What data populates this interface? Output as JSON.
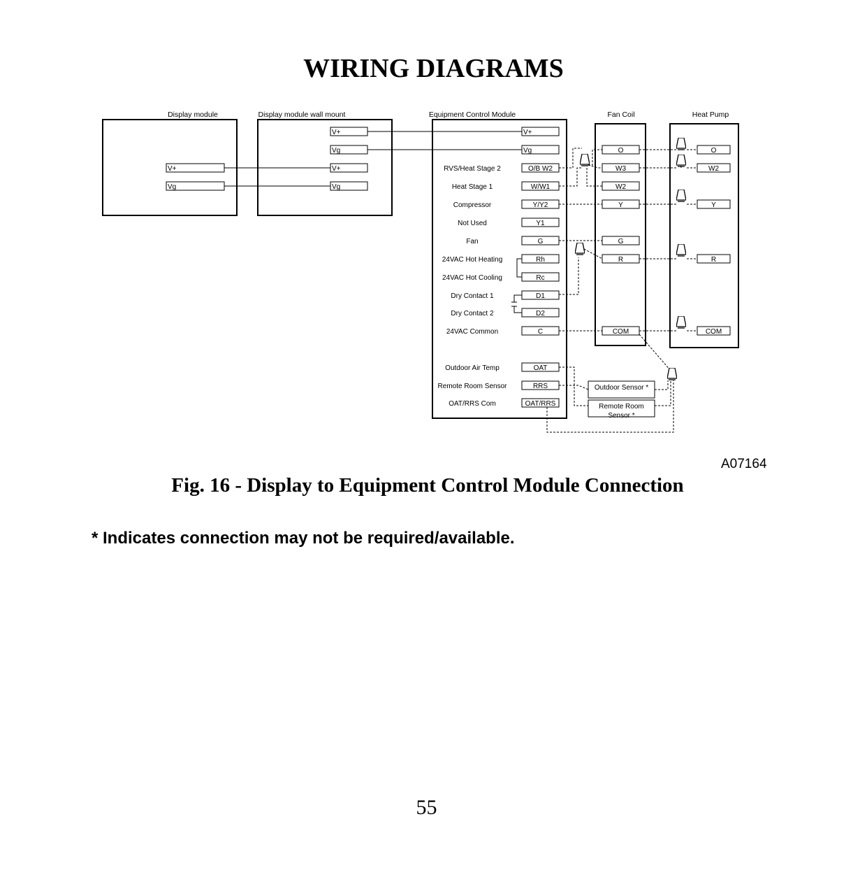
{
  "page": {
    "title": "WIRING DIAGRAMS",
    "figure_caption": "Fig. 16 - Display to Equipment Control Module Connection",
    "figure_id": "A07164",
    "note": "* Indicates connection may not be required/available.",
    "page_number": "55"
  },
  "diagram": {
    "display_module": {
      "title": "Display module",
      "terminals": [
        "V+",
        "Vg"
      ]
    },
    "wall_mount": {
      "title": "Display module wall mount",
      "terminals": [
        "V+",
        "Vg",
        "V+",
        "Vg"
      ]
    },
    "ecm": {
      "title": "Equipment Control Module",
      "top_terminals": [
        "V+",
        "Vg"
      ],
      "rows": [
        {
          "label": "RVS/Heat Stage 2",
          "terminal": "O/B W2"
        },
        {
          "label": "Heat Stage 1",
          "terminal": "W/W1"
        },
        {
          "label": "Compressor",
          "terminal": "Y/Y2"
        },
        {
          "label": "Not Used",
          "terminal": "Y1"
        },
        {
          "label": "Fan",
          "terminal": "G"
        },
        {
          "label": "24VAC Hot Heating",
          "terminal": "Rh"
        },
        {
          "label": "24VAC Hot Cooling",
          "terminal": "Rc"
        },
        {
          "label": "Dry Contact 1",
          "terminal": "D1"
        },
        {
          "label": "Dry Contact 2",
          "terminal": "D2"
        },
        {
          "label": "24VAC Common",
          "terminal": "C"
        },
        {
          "label": "Outdoor Air Temp",
          "terminal": "OAT"
        },
        {
          "label": "Remote Room Sensor",
          "terminal": "RRS"
        },
        {
          "label": "OAT/RRS Com",
          "terminal": "OAT/RRS"
        }
      ]
    },
    "fan_coil": {
      "title": "Fan Coil",
      "terminals": [
        "O",
        "W3",
        "W2",
        "Y",
        "G",
        "R",
        "COM"
      ]
    },
    "heat_pump": {
      "title": "Heat Pump",
      "terminals": [
        "O",
        "W2",
        "Y",
        "R",
        "COM"
      ]
    },
    "sensors": {
      "outdoor": "Outdoor Sensor *",
      "remote_line1": "Remote Room",
      "remote_line2": "Sensor *"
    }
  }
}
